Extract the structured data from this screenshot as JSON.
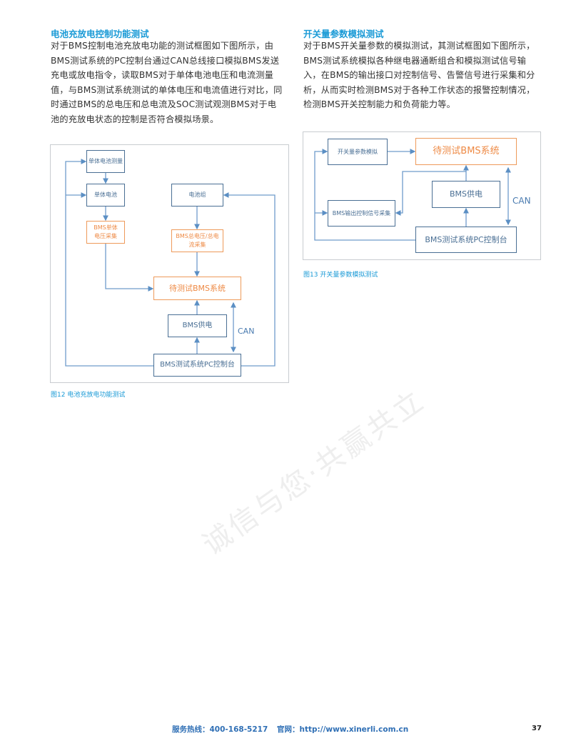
{
  "left": {
    "heading": "电池充放电控制功能测试",
    "lines": [
      "对于BMS控制电池充放电功能的测试框图如下图所示，由",
      "BMS测试系统的PC控制台通过CAN总线接口模拟BMS发送",
      "充电或放电指令，读取BMS对于单体电池电压和电流测量",
      "值，与BMS测试系统测试的单体电压和电流值进行对比，同",
      "时通过BMS的总电压和总电流及SOC测试观测BMS对于电",
      "池的充放电状态的控制是否符合模拟场景。"
    ],
    "diagram": {
      "cell_measure": "单体电池测量",
      "cell": "单体电池",
      "cell_voltage": "BMS单体电压采集",
      "pack": "电池组",
      "total": "BMS总电压/总电流采集",
      "bms": "待测试BMS系统",
      "power": "BMS供电",
      "pc": "BMS测试系统PC控制台",
      "can": "CAN"
    },
    "caption": "图12 电池充放电功能测试"
  },
  "right": {
    "heading": "开关量参数模拟测试",
    "lines": [
      "对于BMS开关量参数的模拟测试，其测试框图如下图所示，",
      "BMS测试系统模拟各种继电器通断组合和模拟测试信号输",
      "入，在BMS的输出接口对控制信号、告警信号进行采集和分",
      "析，从而实时检测BMS对于各种工作状态的报警控制情况，",
      "检测BMS开关控制能力和负荷能力等。"
    ],
    "diagram": {
      "switch": "开关量参数模拟",
      "bms": "待测试BMS系统",
      "power": "BMS供电",
      "output": "BMS输出控制信号采集",
      "pc": "BMS测试系统PC控制台",
      "can": "CAN"
    },
    "caption": "图13 开关量参数模拟测试"
  },
  "watermark": "诚信与您·共赢共立",
  "footer": {
    "hotline": "服务热线：400-168-5217",
    "website": "官网：http://www.xinerli.com.cn",
    "page": "37"
  }
}
